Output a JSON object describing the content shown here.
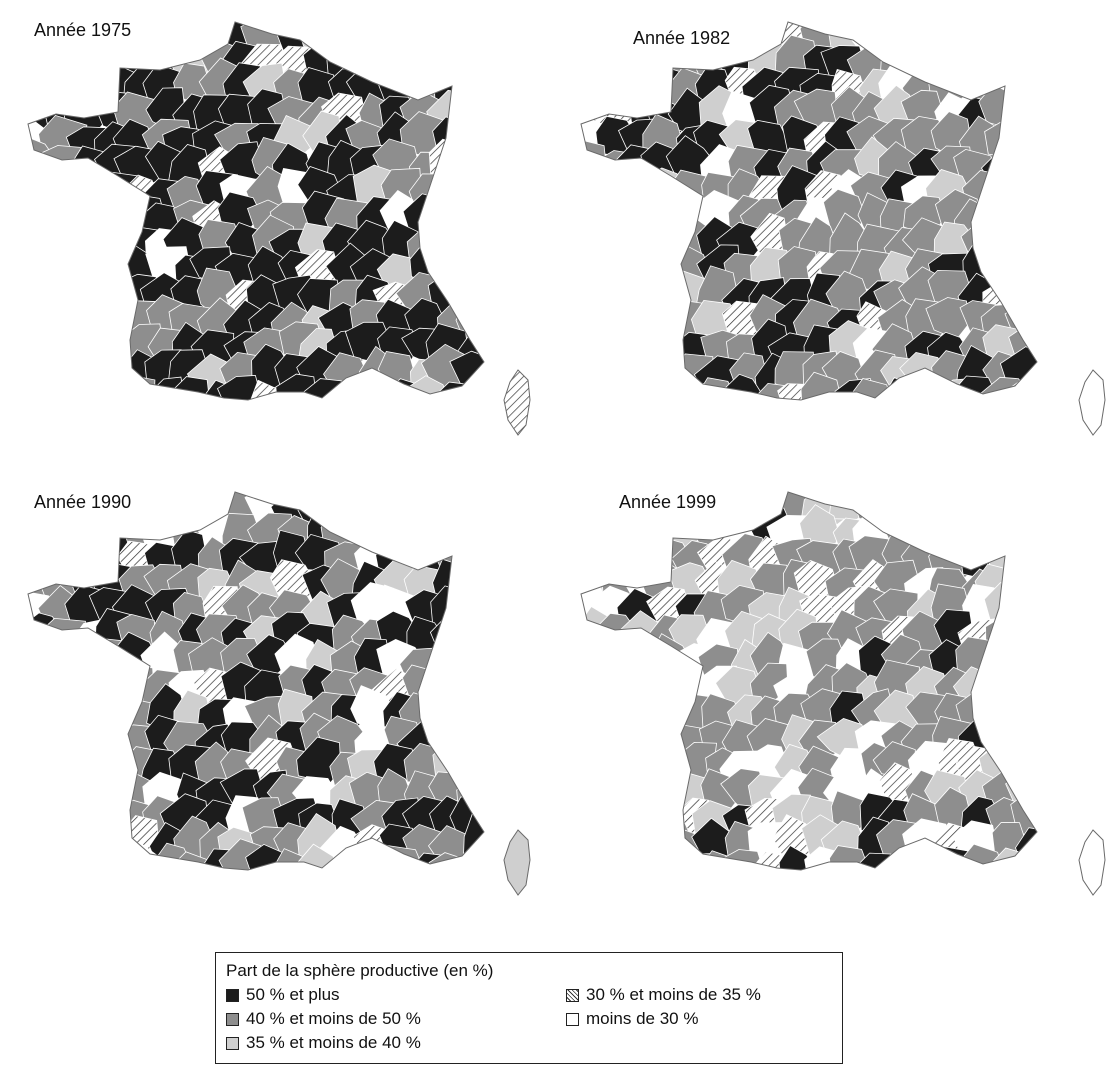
{
  "maps": [
    {
      "title": "Année 1975"
    },
    {
      "title": "Année 1982"
    },
    {
      "title": "Année 1990"
    },
    {
      "title": "Année 1999"
    }
  ],
  "legend": {
    "title": "Part de la sphère productive (en %)",
    "items": [
      {
        "label": "50 % et plus",
        "fill": "#1c1c1c"
      },
      {
        "label": "40 % et moins de 50 %",
        "fill": "#8e8e8e"
      },
      {
        "label": "35 % et moins de 40 %",
        "fill": "#cfcfcf"
      },
      {
        "label": "30 % et moins de 35 %",
        "fill": "hatch"
      },
      {
        "label": "moins de 30 %",
        "fill": "#ffffff"
      }
    ]
  },
  "colors": {
    "class_50_plus": "#1c1c1c",
    "class_40_50": "#8e8e8e",
    "class_35_40": "#cfcfcf",
    "class_30_35": "hatch",
    "class_below_30": "#ffffff"
  }
}
